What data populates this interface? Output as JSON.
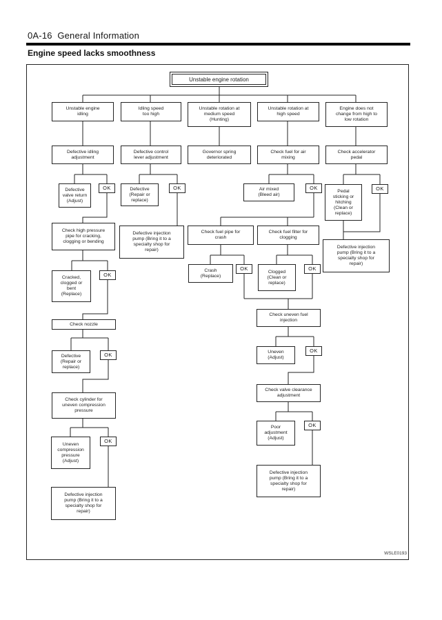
{
  "page": {
    "header": "0A-16  General Information",
    "title": "Engine speed lacks smoothness",
    "figure_code": "WSLE0193"
  },
  "flowchart": {
    "ok_label": "OK",
    "nodes": {
      "root": "Unstable engine rotation",
      "c1r1": "Unstable engine\nidling",
      "c2r1": "Idling speed\ntoo high",
      "c3r1": "Unstable rotation at\nmedium speed\n(Hunting)",
      "c4r1": "Unstable rotation at\nhigh speed",
      "c5r1": "Engine does not\nchange from high to\nlow rotation",
      "c1r2": "Defective idling\nadjustment",
      "c2r2": "Defective control\nlever adjustment",
      "c3r2": "Governor spring\ndeteriorated",
      "c4r2": "Check fuel for air\nmixing",
      "c5r2": "Check accelerator\npedal",
      "c1r3": "Defective\nvalve return\n(Adjust)",
      "c2r3": "Defective\n(Repair or\nreplace)",
      "c4r3": "Air mixed\n(Bleed air)",
      "c5r3": "Pedal\nsticking or\nhitching\n(Clean or\nreplace)",
      "c1r4": "Check high pressure\npipe for cracking,\nclogging or bending",
      "c2r4": "Defective injection\npump (Bring it to a\nspecialty shop for\nrepair)",
      "c3r4": "Check fuel pipe for\ncrash",
      "c4r4": "Check fuel filter for\nclogging",
      "c5r4": "Defective injection\npump (Bring it to a\nspecialty shop for\nrepair)",
      "c1r5": "Cracked,\nclogged or\nbent\n(Replace)",
      "c3r5": "Crash\n(Replace)",
      "c4r5": "Clogged\n(Clean or\nreplace)",
      "c1r6": "Check nozzle",
      "c4r6": "Check uneven fuel\ninjection",
      "c1r7": "Defective\n(Repair or\nreplace)",
      "c4r7": "Uneven\n(Adjust)",
      "c1r8": "Check cylinder for\nuneven compression\npressure",
      "c4r8": "Check valve clearance\nadjustment",
      "c1r9": "Uneven\ncompression\npressure\n(Adjust)",
      "c4r9": "Poor\nadjustment\n(Adjust)",
      "c1r10": "Defective injection\npump (Bring it to a\nspecialty shop for\nrepair)",
      "c4r10": "Defective injection\npump (Bring it to a\nspecialty shop for\nrepair)"
    }
  }
}
